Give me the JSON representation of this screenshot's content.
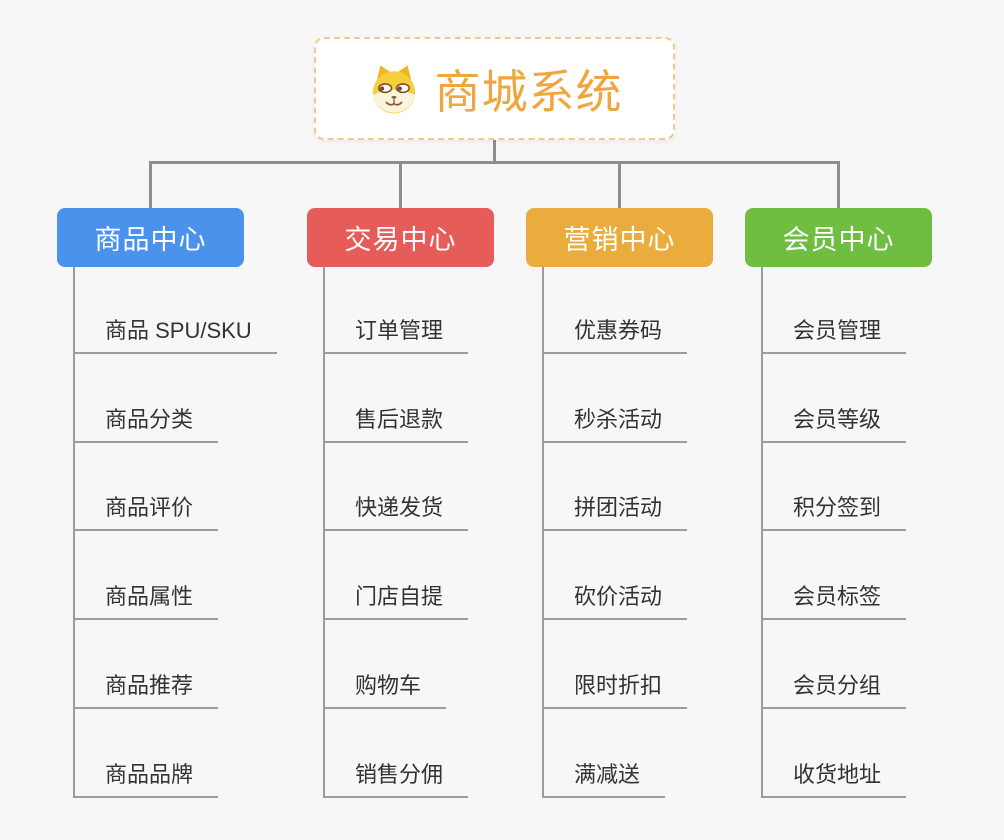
{
  "page": {
    "background_color": "#F7F7F7",
    "connector_color": "#8E8E8E",
    "underline_color": "#9C9C9C"
  },
  "root": {
    "title": "商城系统",
    "title_color": "#F0A63E",
    "border_color": "#F2C88F",
    "icon": "doge-face-icon"
  },
  "branches": [
    {
      "label": "商品中心",
      "color": "#4B92EC",
      "items": [
        "商品 SPU/SKU",
        "商品分类",
        "商品评价",
        "商品属性",
        "商品推荐",
        "商品品牌"
      ]
    },
    {
      "label": "交易中心",
      "color": "#E65C59",
      "items": [
        "订单管理",
        "售后退款",
        "快递发货",
        "门店自提",
        "购物车",
        "销售分佣"
      ]
    },
    {
      "label": "营销中心",
      "color": "#EBAC3E",
      "items": [
        "优惠券码",
        "秒杀活动",
        "拼团活动",
        "砍价活动",
        "限时折扣",
        "满减送"
      ]
    },
    {
      "label": "会员中心",
      "color": "#6FBE41",
      "items": [
        "会员管理",
        "会员等级",
        "积分签到",
        "会员标签",
        "会员分组",
        "收货地址"
      ]
    }
  ]
}
